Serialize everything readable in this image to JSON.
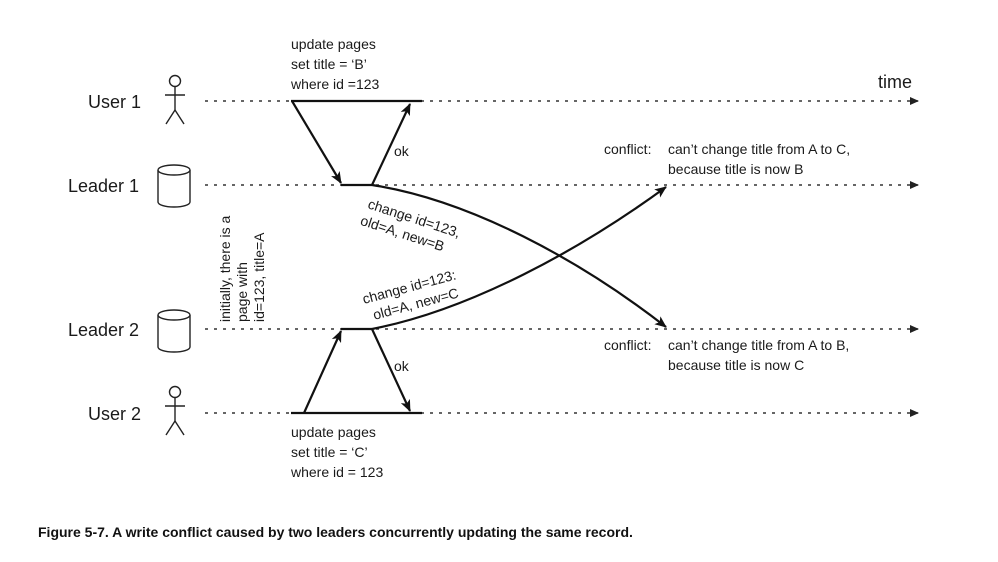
{
  "actors": [
    {
      "label": "User 1",
      "kind": "user"
    },
    {
      "label": "Leader 1",
      "kind": "db"
    },
    {
      "label": "Leader 2",
      "kind": "db"
    },
    {
      "label": "User 2",
      "kind": "user"
    }
  ],
  "time_label": "time",
  "user1_query": [
    "update pages",
    "set title = ‘B’",
    "where id =123"
  ],
  "user2_query": [
    "update pages",
    "set title = ‘C’",
    "where id = 123"
  ],
  "ok_labels": [
    "ok",
    "ok"
  ],
  "initial_note": [
    "initially, there is a",
    "page with",
    "id=123, title=A"
  ],
  "repl_1to2": [
    "change id=123,",
    "old=A, new=B"
  ],
  "repl_2to1": [
    "change id=123:",
    "old=A, new=C"
  ],
  "conflict_leader1": [
    "conflict:",
    "can’t change title from A to C,",
    "because title is now B"
  ],
  "conflict_leader2": [
    "conflict:",
    "can’t change title from A to B,",
    "because title is now C"
  ],
  "caption": "Figure 5-7. A write conflict caused by two leaders concurrently updating the same record."
}
